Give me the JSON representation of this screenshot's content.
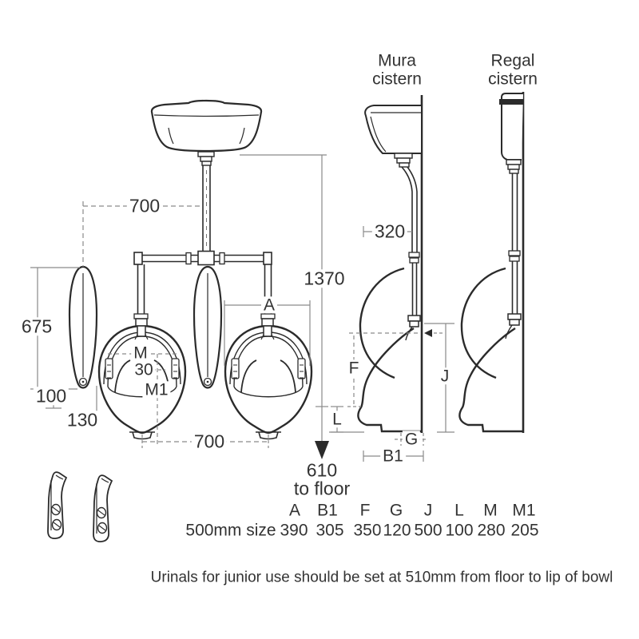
{
  "front_view": {
    "dim_700_top": "700",
    "dim_675": "675",
    "dim_100": "100",
    "dim_130": "130",
    "dim_m": "M",
    "dim_30": "30",
    "dim_m1": "M1",
    "dim_700_bottom": "700",
    "dim_a": "A",
    "dim_1370": "1370",
    "dim_610_to_floor": "610\nto floor"
  },
  "mura_view": {
    "title": "Mura\ncistern",
    "dim_320": "320",
    "dim_f": "F",
    "dim_j": "J",
    "dim_l": "L",
    "dim_g": "G",
    "dim_b1": "B1"
  },
  "regal_view": {
    "title": "Regal\ncistern"
  },
  "size_table": {
    "row_label": "500mm size",
    "headers": [
      "A",
      "B1",
      "F",
      "G",
      "J",
      "L",
      "M",
      "M1"
    ],
    "values": [
      "390",
      "305",
      "350",
      "120",
      "500",
      "100",
      "280",
      "205"
    ]
  },
  "footnote": "Urinals for junior use should be set at 510mm from floor to lip of bowl",
  "colors": {
    "outline": "#2b2b2b",
    "dimension": "#8a8a8a",
    "text": "#333333",
    "background": "#ffffff"
  }
}
